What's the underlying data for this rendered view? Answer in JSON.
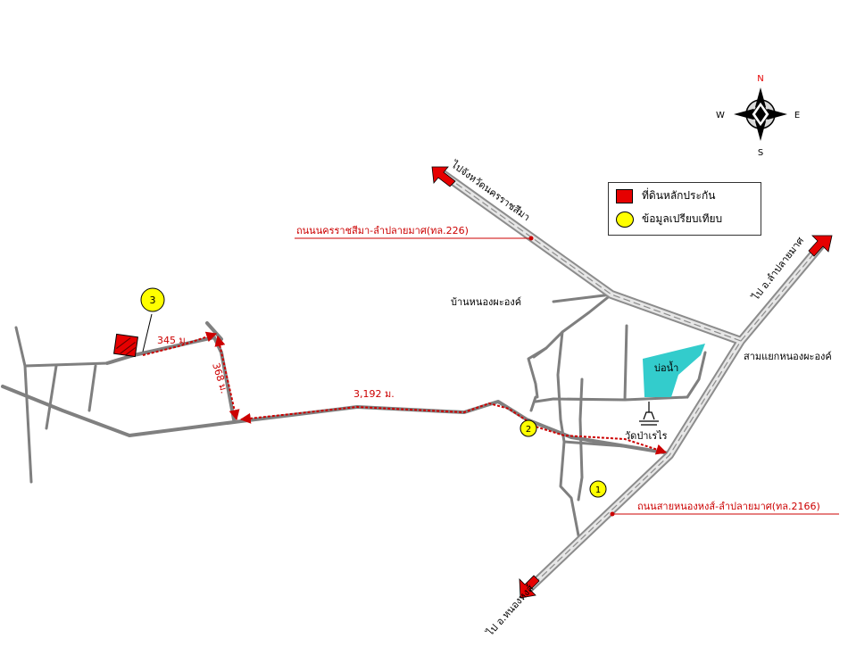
{
  "compass": {
    "n": "N",
    "s": "S",
    "e": "E",
    "w": "W"
  },
  "legend": {
    "collateral_label": "ที่ดินหลักประกัน",
    "comparison_label": "ข้อมูลเปรียบเทียบ",
    "collateral_color": "#e60000",
    "comparison_color": "#ffff00"
  },
  "roads": {
    "to_nakhon_ratchasima": "ไปจังหวัดนครราชสีมา",
    "to_lam_plai_mat": "ไป อ.ลำปลายมาศ",
    "to_nong_hong": "ไป อ.หนองหงส์",
    "highway_226": "ถนนนครราชสีมา-ลำปลายมาศ(ทล.226)",
    "highway_2166": "ถนนสายหนองหงส์-ลำปลายมาศ(ทล.2166)"
  },
  "places": {
    "village": "บ้านหนองผะองค์",
    "pond": "บ่อน้ำ",
    "junction": "สามแยกหนองผะองค์",
    "temple": "วัดป่าเรไร"
  },
  "distances": {
    "d1": "345 ม.",
    "d2": "368 ม.",
    "d3": "3,192 ม."
  },
  "markers": [
    "1",
    "2",
    "3"
  ],
  "colors": {
    "route": "#cc0000",
    "road": "#808080",
    "pond": "#33cccc",
    "arrow": "#e60000"
  }
}
